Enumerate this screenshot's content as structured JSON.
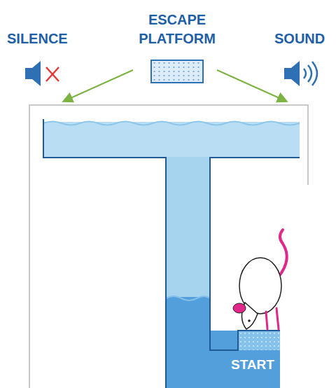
{
  "diagram": {
    "nodes": [
      {
        "text": [
          "ESCAPE PLATFORM"
        ]
      }
    ],
    "labels": [
      "SILENCE",
      "SOUND",
      "START"
    ]
  }
}
